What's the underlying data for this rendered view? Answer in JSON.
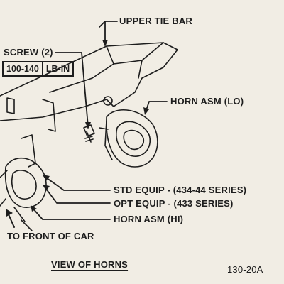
{
  "diagram": {
    "labels": {
      "upper_tie_bar": "UPPER TIE BAR",
      "screw": "SCREW (2)",
      "torque_value": "100-140",
      "torque_unit": "LB-IN",
      "horn_asm_lo": "HORN ASM (LO)",
      "std_equip": "STD EQUIP - (434-44 SERIES)",
      "opt_equip": "OPT EQUIP - (433 SERIES)",
      "horn_asm_hi": "HORN ASM (HI)",
      "to_front_of_car": "TO FRONT OF CAR"
    },
    "caption": "VIEW OF HORNS",
    "figure_number": "130-20A"
  },
  "colors": {
    "paper": "#f1ede4",
    "ink": "#1d1d1d"
  }
}
